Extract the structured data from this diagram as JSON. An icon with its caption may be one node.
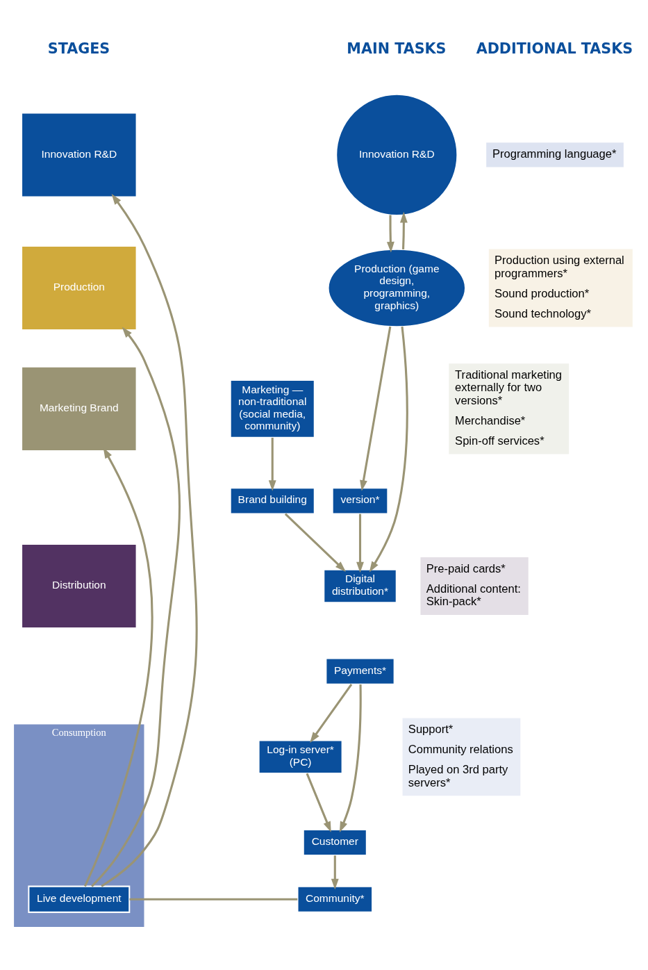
{
  "diagram": {
    "nodes": [
      {
        "text": [
          "Innovation R&D"
        ]
      },
      {
        "text": [
          "Innovation R&D"
        ]
      },
      {
        "text": [
          "Production"
        ]
      },
      {
        "text": [
          "Production (game design, programming, graphics)"
        ]
      },
      {
        "text": [
          "version*"
        ]
      },
      {
        "text": [
          "Marketing Brand"
        ]
      },
      {
        "text": [
          "Marketing — non-traditional (social media, community)"
        ]
      },
      {
        "text": [
          "Brand building"
        ]
      },
      {
        "text": [
          "Distribution"
        ]
      },
      {
        "text": [
          "Digital distribution*"
        ]
      },
      {
        "text": [
          "Payments*"
        ]
      },
      {
        "text": [
          "Consumption"
        ]
      },
      {
        "text": [
          "Log-in server* (PC)"
        ]
      },
      {
        "text": [
          "Customer"
        ]
      },
      {
        "text": [
          "Live development"
        ],
        "in": 11
      },
      {
        "text": [
          "Community*"
        ]
      }
    ],
    "edges": [
      {
        "from": 1,
        "to": 3,
        "arrow": "to"
      },
      {
        "from": 3,
        "to": 1,
        "arrow": "to"
      },
      {
        "from": 3,
        "to": 4,
        "arrow": "to"
      },
      {
        "from": 3,
        "to": 9,
        "arrow": "to"
      },
      {
        "from": 4,
        "to": 9,
        "arrow": "to"
      },
      {
        "from": 6,
        "to": 7,
        "arrow": "to"
      },
      {
        "from": 7,
        "to": 9,
        "arrow": "to"
      },
      {
        "from": 10,
        "to": 12,
        "arrow": "to"
      },
      {
        "from": 10,
        "to": 13,
        "arrow": "to"
      },
      {
        "from": 12,
        "to": 13,
        "arrow": "to"
      },
      {
        "from": 13,
        "to": 15,
        "arrow": "to"
      },
      {
        "from": 15,
        "to": 14,
        "arrow": "none"
      },
      {
        "from": 14,
        "to": 0,
        "arrow": "to"
      },
      {
        "from": 14,
        "to": 2,
        "arrow": "to"
      },
      {
        "from": 14,
        "to": 5,
        "arrow": "to"
      }
    ],
    "labels": [
      "STAGES",
      "MAIN TASKS",
      "ADDITIONAL TASKS",
      "Programming language*",
      "Production using external programmers*",
      "Sound production*",
      "Sound technology*",
      "Traditional marketing externally for two versions*",
      "Merchandise*",
      "Spin-off services*",
      "Pre-paid cards*",
      "Additional content: Skin-pack*",
      "Support*",
      "Community relations",
      "Played on 3rd party servers*"
    ]
  }
}
